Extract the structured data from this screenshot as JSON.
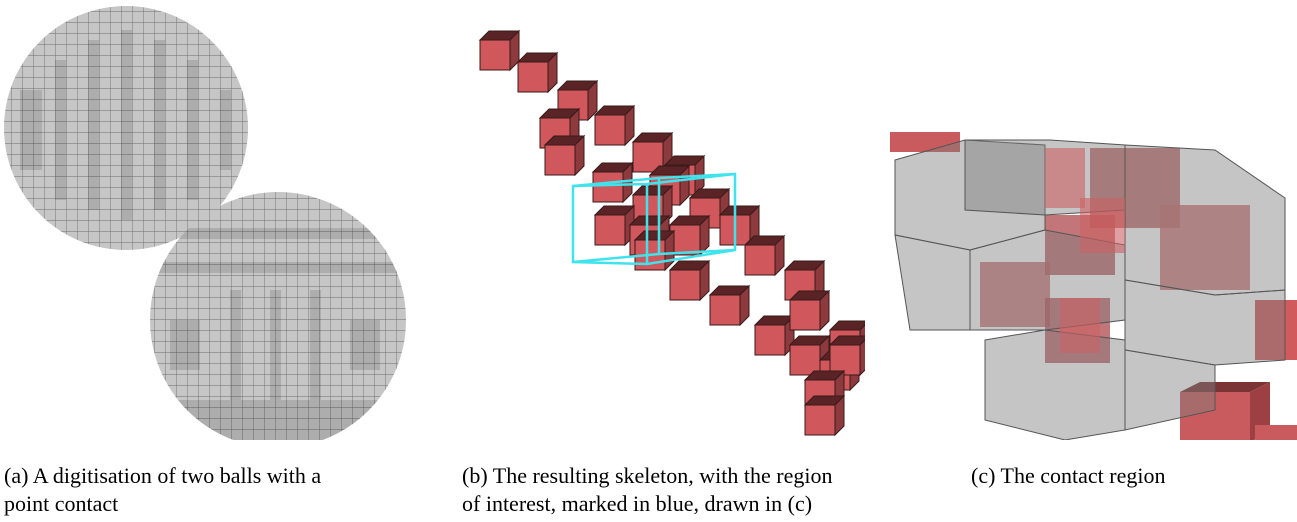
{
  "figure": {
    "panels": [
      {
        "id": "a",
        "caption_line1": "(a)  A digitisation of two balls with a",
        "caption_line2": "point contact"
      },
      {
        "id": "b",
        "caption_line1": "(b)  The resulting skeleton, with the region",
        "caption_line2": "of interest, marked in blue, drawn in (c)"
      },
      {
        "id": "c",
        "caption_line1": "(c)  The contact region"
      }
    ],
    "colors": {
      "voxel_gray": "#c4c4c4",
      "voxel_red": "#c95b5e",
      "region_marker": "#3fe3ec"
    }
  }
}
